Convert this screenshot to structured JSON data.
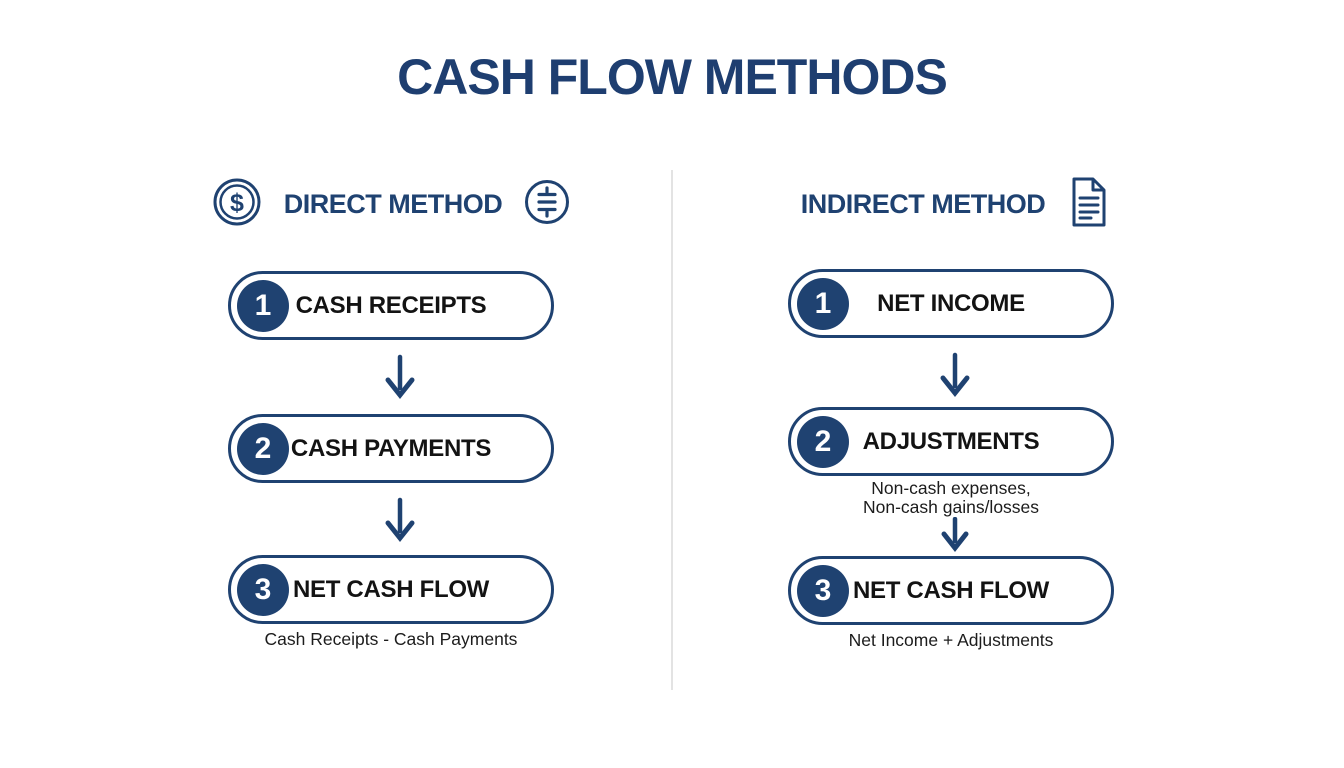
{
  "page": {
    "title": "CASH FLOW METHODS"
  },
  "colors": {
    "navy": "#1f4271",
    "title_navy": "#1e3e70",
    "text_dark": "#1c1c1c",
    "divider_gray": "#e3e3e3",
    "pill_bg": "#ffffff"
  },
  "icons": {
    "direct_left": "dollar-coin-icon",
    "direct_right": "dollar-sign-circle-icon",
    "indirect_right": "document-icon"
  },
  "direct": {
    "heading": "DIRECT METHOD",
    "steps": [
      {
        "num": "1",
        "label": "CASH RECEIPTS"
      },
      {
        "num": "2",
        "label": "CASH PAYMENTS"
      },
      {
        "num": "3",
        "label": "NET CASH FLOW"
      }
    ],
    "result_caption": "Cash Receipts - Cash Payments"
  },
  "indirect": {
    "heading": "INDIRECT METHOD",
    "steps": [
      {
        "num": "1",
        "label": "NET INCOME"
      },
      {
        "num": "2",
        "label": "ADJUSTMENTS",
        "caption_lines": [
          "Non-cash expenses,",
          "Non-cash gains/losses"
        ]
      },
      {
        "num": "3",
        "label": "NET CASH FLOW"
      }
    ],
    "result_caption": "Net Income + Adjustments"
  }
}
